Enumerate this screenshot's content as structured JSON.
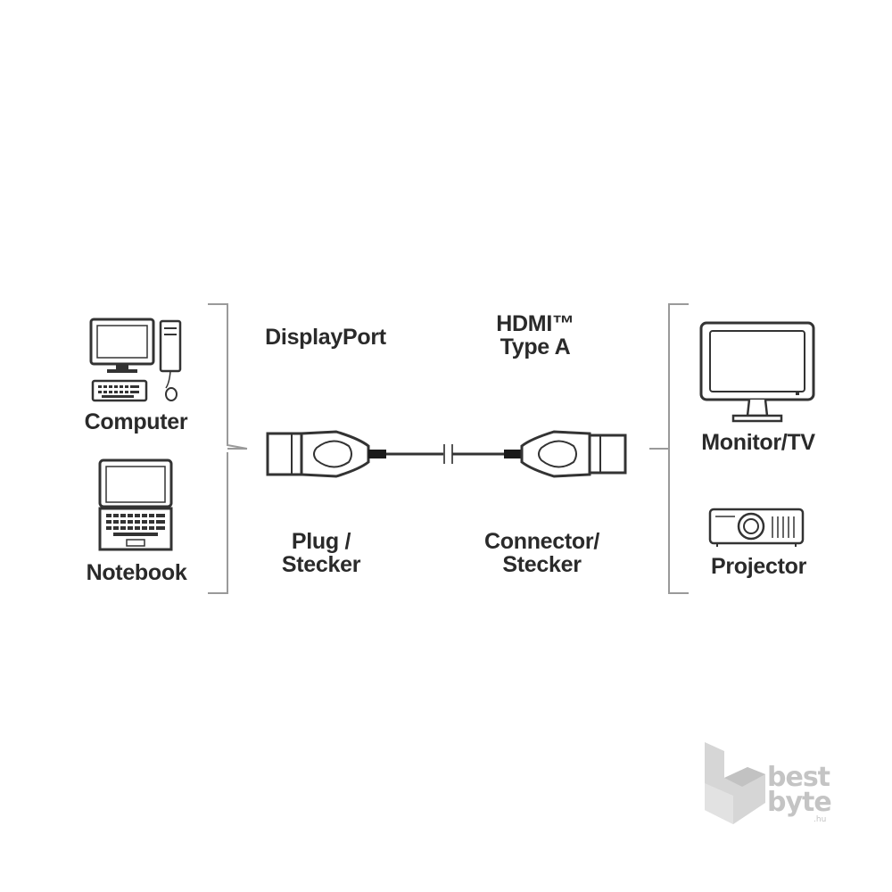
{
  "sources": {
    "computer_label": "Computer",
    "notebook_label": "Notebook"
  },
  "cable": {
    "left_connector_type": "DisplayPort",
    "right_connector_type_line1": "HDMI™",
    "right_connector_type_line2": "Type A",
    "left_end_line1": "Plug /",
    "left_end_line2": "Stecker",
    "right_end_line1": "Connector/",
    "right_end_line2": "Stecker"
  },
  "targets": {
    "monitor_label": "Monitor/TV",
    "projector_label": "Projector"
  },
  "watermark": {
    "line1": "best",
    "line2": "byte",
    "suffix": ".hu"
  },
  "colors": {
    "line": "#444444",
    "bracket": "#999999",
    "text": "#2a2a2a",
    "watermark": "#c4c4c4"
  }
}
